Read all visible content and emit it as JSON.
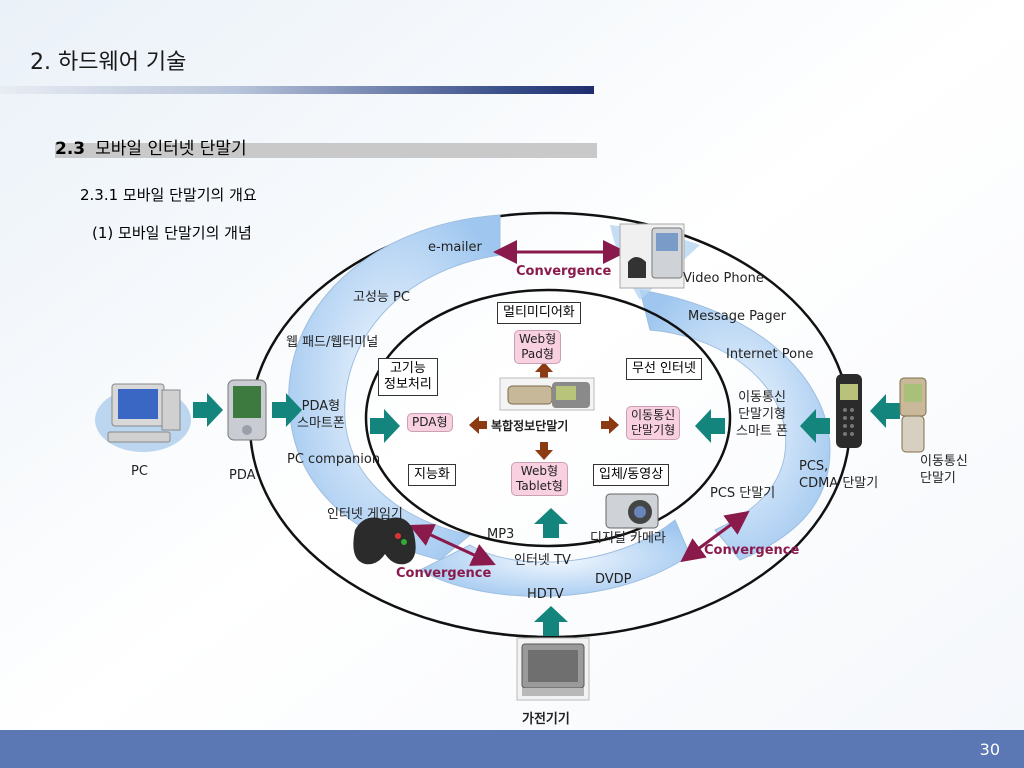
{
  "slide": {
    "title": "2. 하드웨어 기술",
    "section_number": "2.3",
    "section_title": "모바일 인터넷 단말기",
    "subsection": "2.3.1 모바일 단말기의 개요",
    "subsubsection": "(1) 모바일 단말기의 개념",
    "page_number": "30"
  },
  "diagram": {
    "outer_labels": {
      "emailer": "e-mailer",
      "high_pc": "고성능 PC",
      "webpad": "웹 패드/웹터미널",
      "pda_smartphone": "PDA형\n스마트폰",
      "pc_companion": "PC companion",
      "internet_game": "인터넷 게임기",
      "mp3": "MP3",
      "internet_tv": "인터넷 TV",
      "dvdp": "DVDP",
      "hdtv": "HDTV",
      "digital_camera": "디지털 카메라",
      "pcs_terminal": "PCS 단말기",
      "video_phone": "Video Phone",
      "message_pager": "Message Pager",
      "internet_phone": "Internet Pone",
      "mobile_smartphone": "이동통신\n단말기형\n스마트 폰",
      "pcs_cdma": "PCS,\nCDMA 단말기"
    },
    "device_labels": {
      "pc": "PC",
      "pda": "PDA",
      "mobile_terminal": "이동통신\n단말기",
      "appliance": "가전기기"
    },
    "convergence": [
      "Convergence",
      "Convergence",
      "Convergence"
    ],
    "boxes": {
      "multimedia": "멀티미디어화",
      "high_function": "고기능\n정보처리",
      "wireless_internet": "무선 인터넷",
      "intelligence": "지능화",
      "stereo_video": "입체/동영상"
    },
    "pink": {
      "web_pad": "Web형\nPad형",
      "pda_type": "PDA형",
      "mobile_type": "이동통신\n단말기형",
      "web_tablet": "Web형\nTablet형"
    },
    "center_label": "복합정보단말기"
  },
  "colors": {
    "footer": "#5b78b4",
    "convergence": "#8b1a4c",
    "arrow_teal": "#14857c",
    "arrow_brown": "#8b3a12",
    "swirl": "#a9cdf2",
    "pink_box": "#f9d0e0"
  }
}
